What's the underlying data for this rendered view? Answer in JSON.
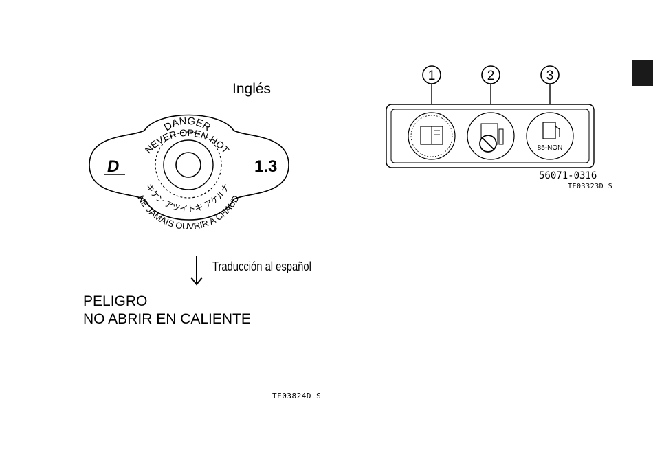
{
  "cap_figure": {
    "language_label": "Inglés",
    "danger_text": "DANGER",
    "warning_en": "NEVER OPEN HOT",
    "warning_jp": "キケン アツイトキ アケルナ",
    "warning_fr": "NE JAMAIS OUVRIR A CHAUD",
    "pressure_value": "1.3",
    "logo_letter": "D"
  },
  "translation": {
    "label": "Traducción al español",
    "line1": "PELIGRO",
    "line2": "NO ABRIR EN CALIENTE"
  },
  "figure_codes": {
    "left": "TE03824D  S",
    "right_part_number": "56071-0316",
    "right": "TE03323D  S"
  },
  "decal": {
    "callouts": [
      "1",
      "2",
      "3"
    ],
    "icon3_text": "85-NON"
  }
}
